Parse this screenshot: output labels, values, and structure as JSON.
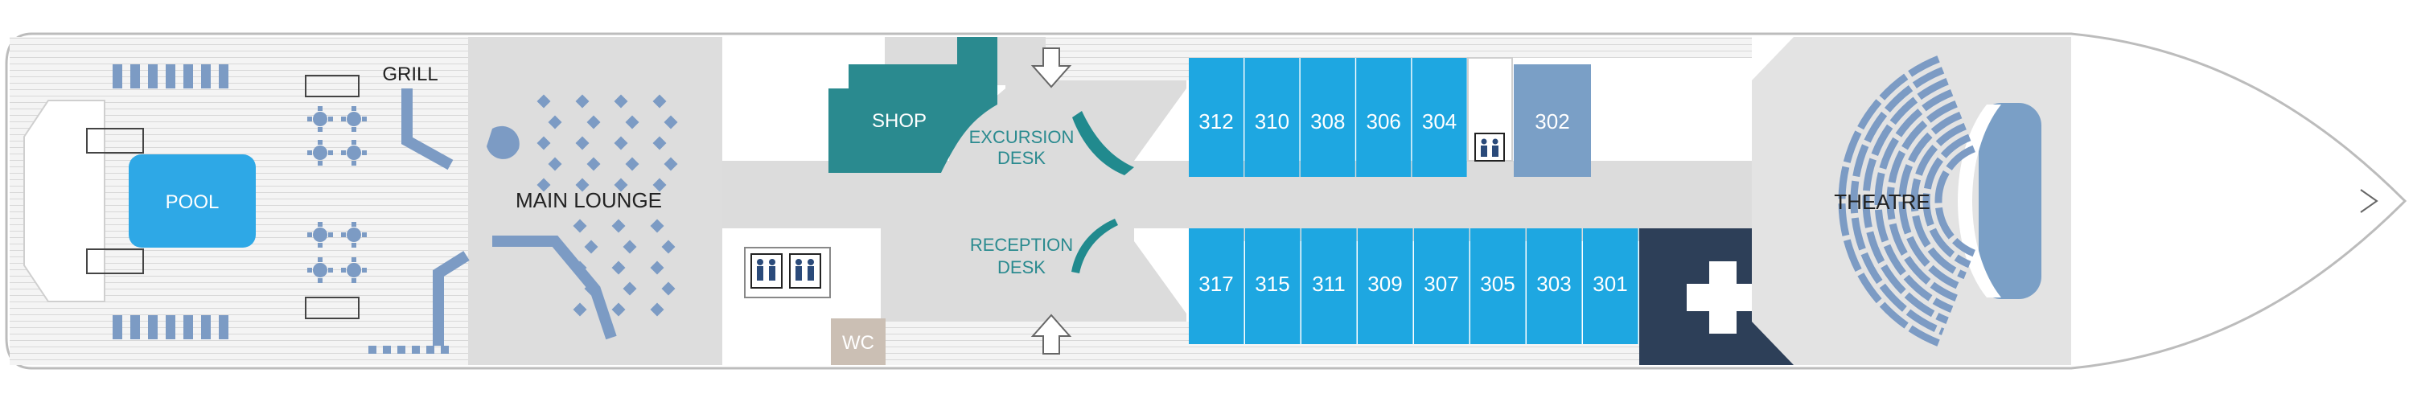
{
  "labels": {
    "grill": "GRILL",
    "pool": "POOL",
    "main_lounge": "MAIN LOUNGE",
    "shop": "SHOP",
    "excursion_desk_line1": "EXCURSION",
    "excursion_desk_line2": "DESK",
    "reception_desk_line1": "RECEPTION",
    "reception_desk_line2": "DESK",
    "wc": "WC",
    "theatre": "THEATRE"
  },
  "cabins_top": [
    "312",
    "310",
    "308",
    "306",
    "304"
  ],
  "cabin_top_single": "302",
  "cabins_bottom": [
    "317",
    "315",
    "311",
    "309",
    "307",
    "305",
    "303",
    "301"
  ],
  "icons": [
    "elevator-icon",
    "medical-cross-icon",
    "arrow-down-icon",
    "arrow-up-icon"
  ],
  "colors": {
    "cabin": "#1ea7e1",
    "cabin_alt": "#7a9fc6",
    "pool": "#2ea8e6",
    "shop": "#2a8a8f",
    "medical": "#2d3f58",
    "corridor": "#dcdcdc",
    "deck_wood": "#f2f2f2",
    "furniture": "#7c9bc4",
    "desk": "#218a8e",
    "wc": "#cbbfb4"
  }
}
